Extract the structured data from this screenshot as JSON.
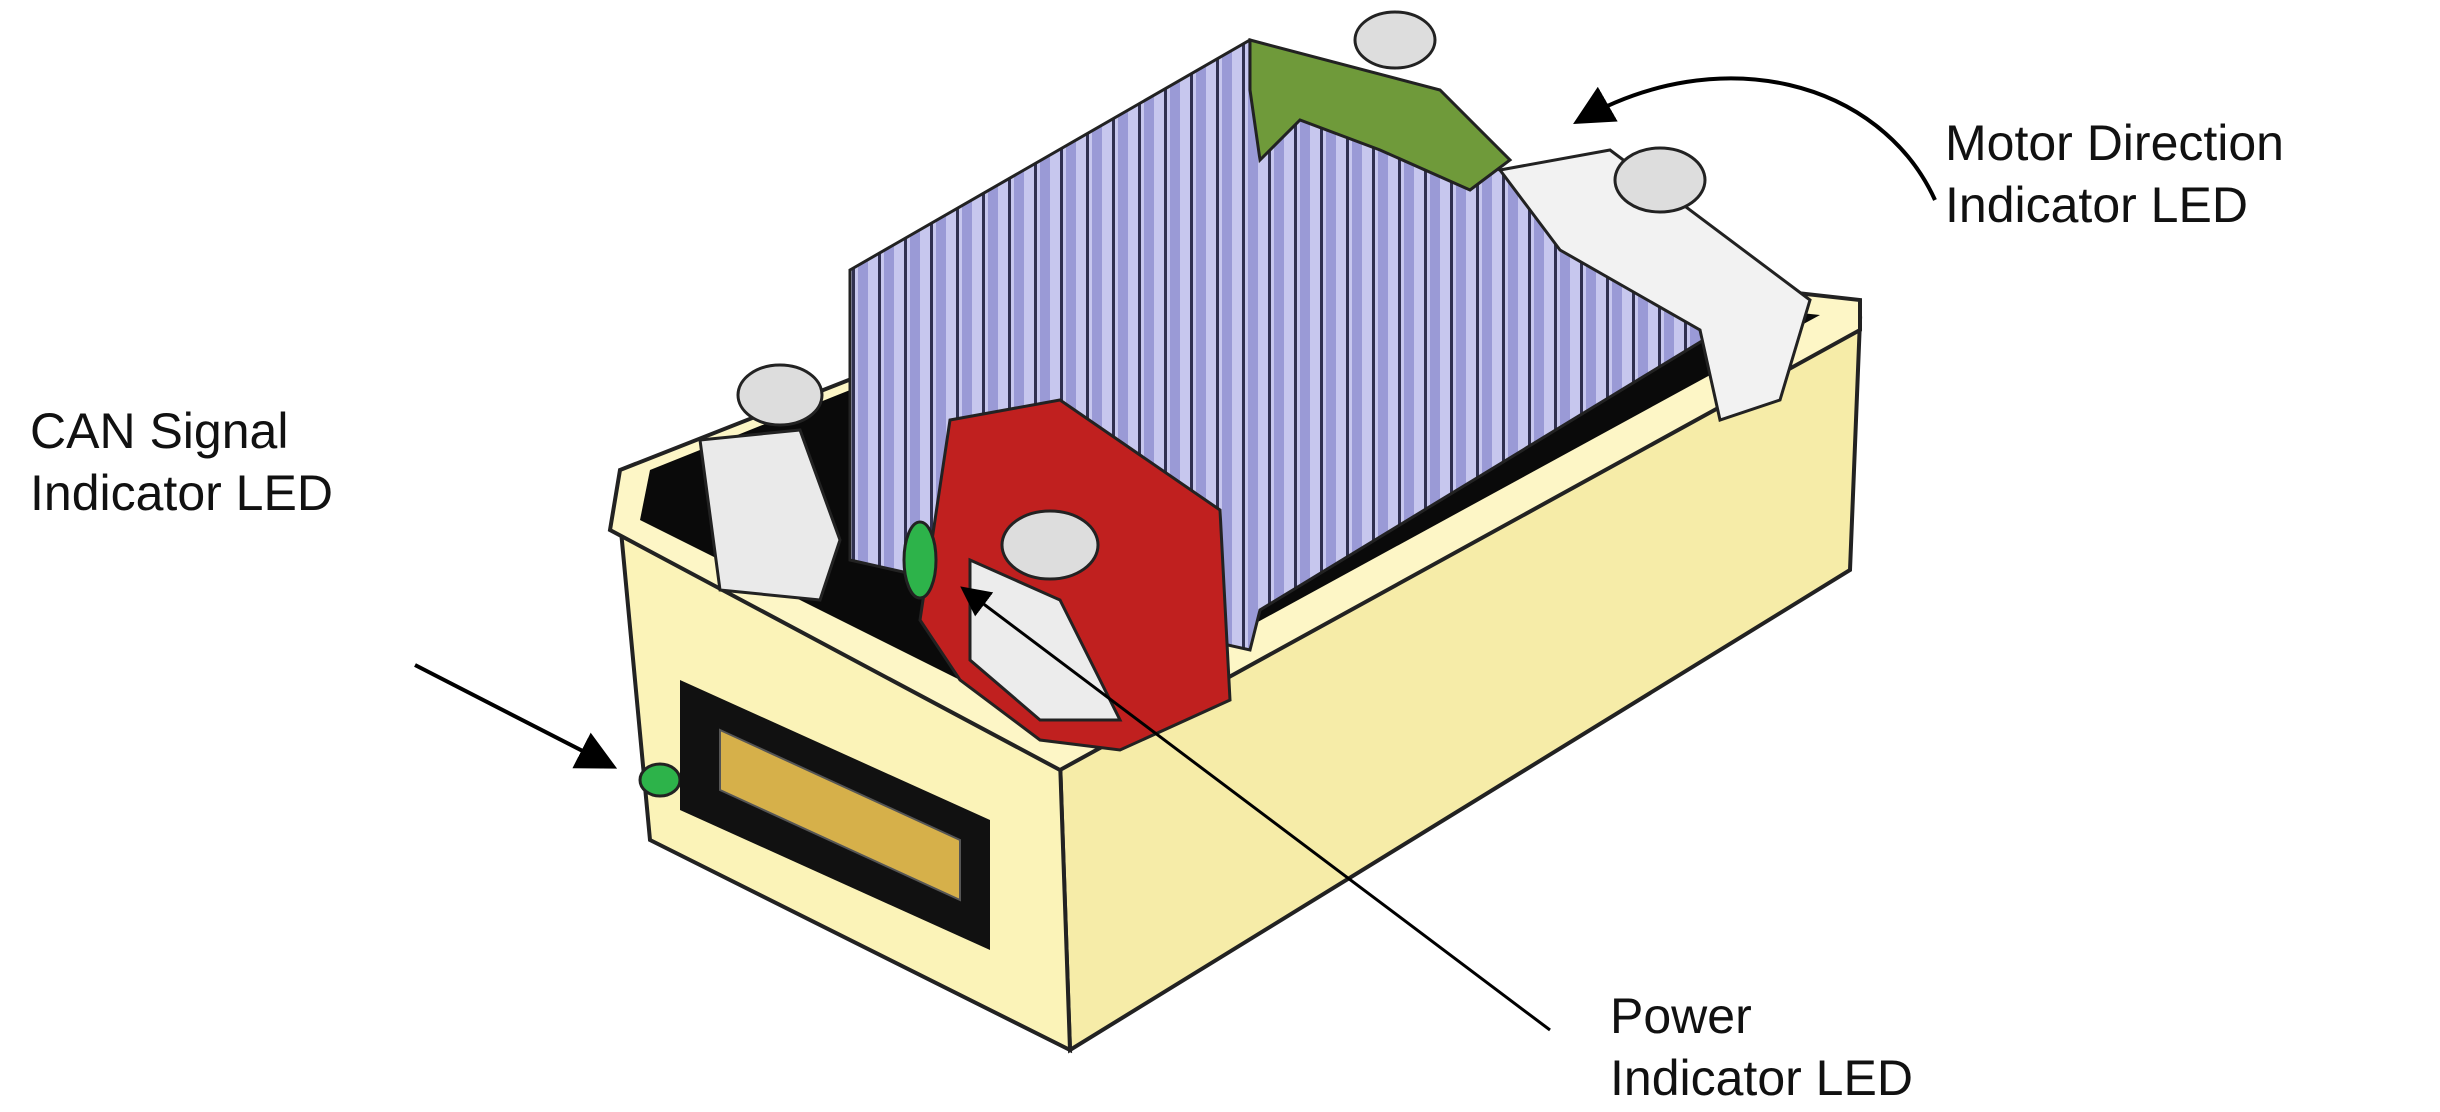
{
  "labels": {
    "motor_direction": {
      "line1": "Motor Direction",
      "line2": "Indicator LED"
    },
    "can_signal": {
      "line1": "CAN Signal",
      "line2": "Indicator LED"
    },
    "power": {
      "line1": "Power",
      "line2": "Indicator LED"
    }
  },
  "colors": {
    "case": "#fbf3b8",
    "heatsink": "#b9b9e6",
    "red_terminal": "#c0201f",
    "green_terminal": "#6f9a3a",
    "led_green": "#2db34a",
    "interior": "#0a0a0a"
  }
}
